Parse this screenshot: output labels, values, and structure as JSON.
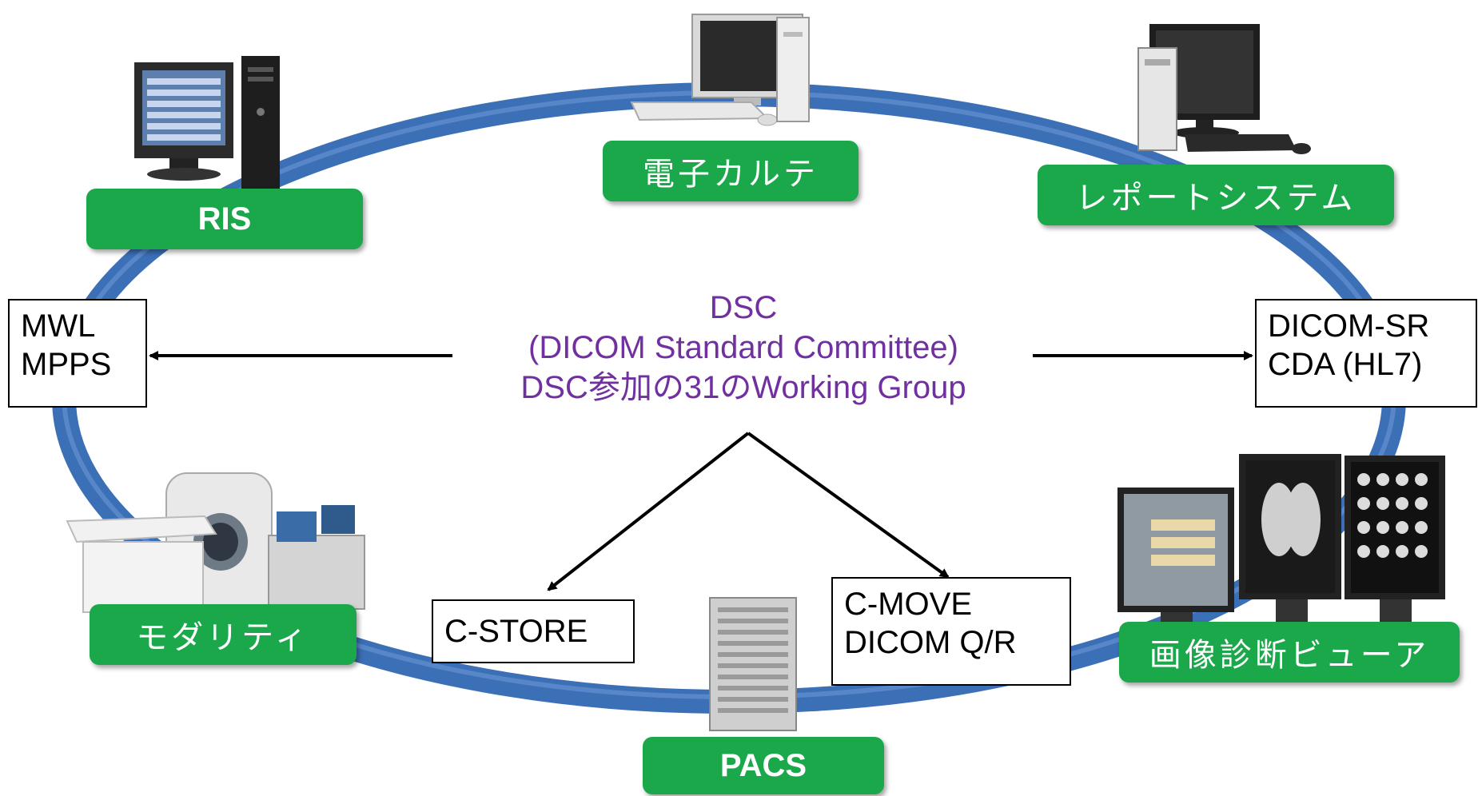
{
  "center": {
    "line1": "DSC",
    "line2": "(DICOM Standard Committee)",
    "line3": "DSC参加の31のWorking Group"
  },
  "nodes": {
    "ris": "RIS",
    "emr": "電子カルテ",
    "report": "レポートシステム",
    "modality": "モダリティ",
    "pacs": "PACS",
    "viewer": "画像診断ビューア"
  },
  "callouts": {
    "mwl": [
      "MWL",
      "MPPS"
    ],
    "dicom_sr": [
      "DICOM-SR",
      "CDA (HL7)"
    ],
    "c_store": "C-STORE",
    "c_move": [
      "C-MOVE",
      "DICOM Q/R"
    ]
  },
  "colors": {
    "ring": "#3b6fb6",
    "node_fill": "#1aa84a",
    "center_text": "#7030a0"
  }
}
